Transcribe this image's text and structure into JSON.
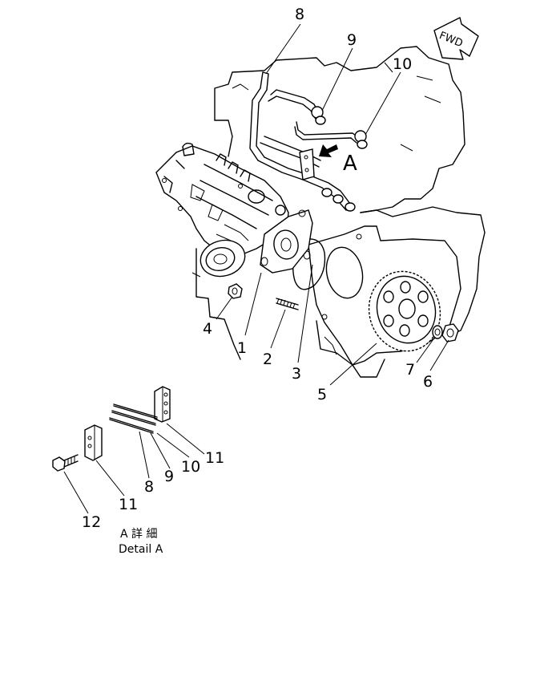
{
  "callouts": {
    "c1": "1",
    "c2": "2",
    "c3": "3",
    "c4": "4",
    "c5": "5",
    "c6": "6",
    "c7": "7",
    "c8": "8",
    "c9": "9",
    "c10": "10",
    "c11": "11",
    "c12": "12",
    "d8": "8",
    "d9": "9",
    "d10": "10",
    "d11a": "11",
    "d11b": "11"
  },
  "view_marker": "A",
  "fwd_label": "FWD",
  "detail_caption_jp": "A 詳 細",
  "detail_caption_en": "Detail A",
  "icons": {
    "direction": "fwd-arrow-icon",
    "view": "view-arrow-icon"
  }
}
